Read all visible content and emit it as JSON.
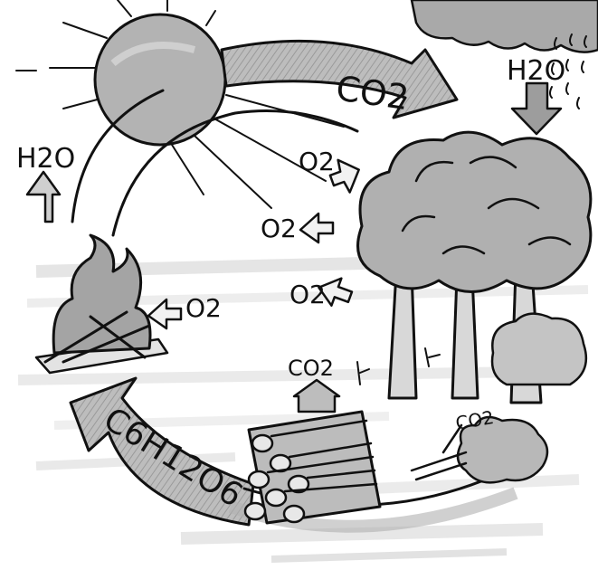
{
  "diagram": {
    "labels": {
      "co2_top": "CO2",
      "h2o_rain": "H2O",
      "h2o_left": "H2O",
      "o2_upper": "O2",
      "o2_middle": "O2",
      "o2_lower": "O2",
      "o2_fire": "O2",
      "co2_house": "CO2",
      "co2_ground": "CO2",
      "glucose": "C6H12O6"
    },
    "elements": [
      "sun",
      "rain-cloud",
      "trees",
      "bush",
      "campfire",
      "log-pile",
      "small-house",
      "smoke-cloud",
      "ground-strokes"
    ]
  }
}
